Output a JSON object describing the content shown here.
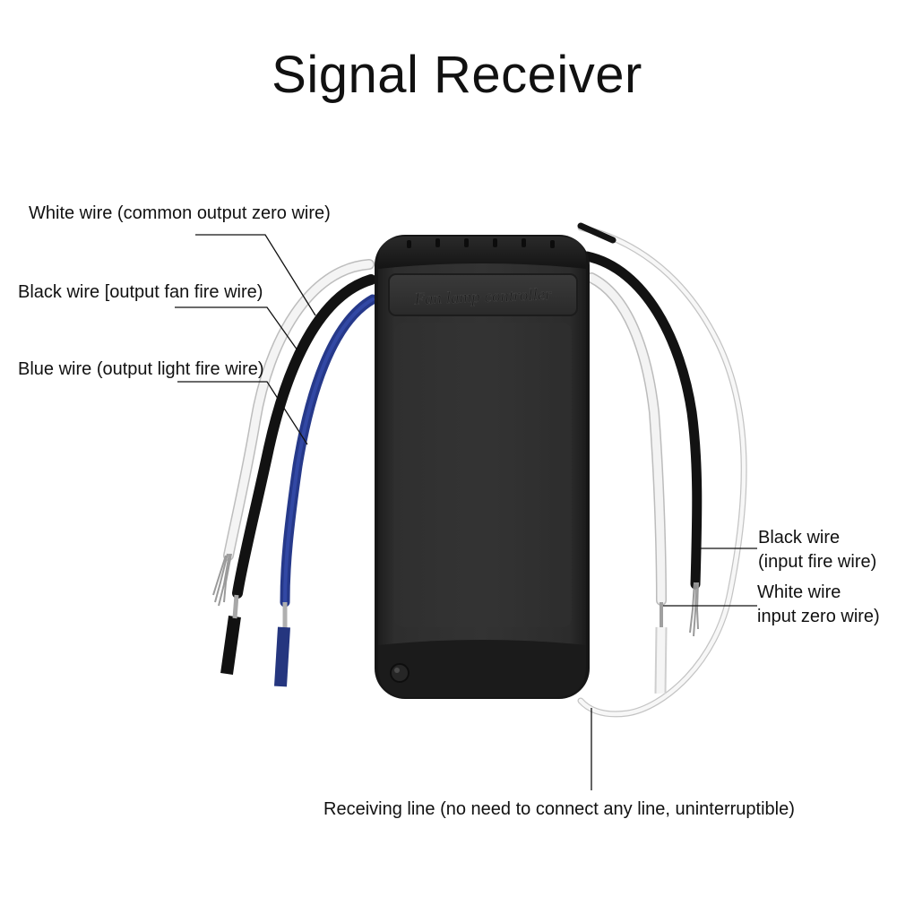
{
  "title": "Signal Receiver",
  "device": {
    "label": "Fan lamp controller"
  },
  "labels": {
    "white_output": "White wire (common output zero wire)",
    "black_output": "Black wire [output fan fire wire)",
    "blue_output": "Blue wire (output light fire wire)",
    "black_input_line1": "Black wire",
    "black_input_line2": "(input fire wire)",
    "white_input_line1": "White wire",
    "white_input_line2": "input zero wire)",
    "receiving_line": "Receiving line (no need to connect any line, uninterruptible)"
  },
  "colors": {
    "housing": "#2b2b2b",
    "housing_edge": "#1a1a1a",
    "blue_wire": "#2a3f8f",
    "black_wire": "#151515",
    "white_wire": "#f2f2f2",
    "leader_line": "#111111"
  }
}
